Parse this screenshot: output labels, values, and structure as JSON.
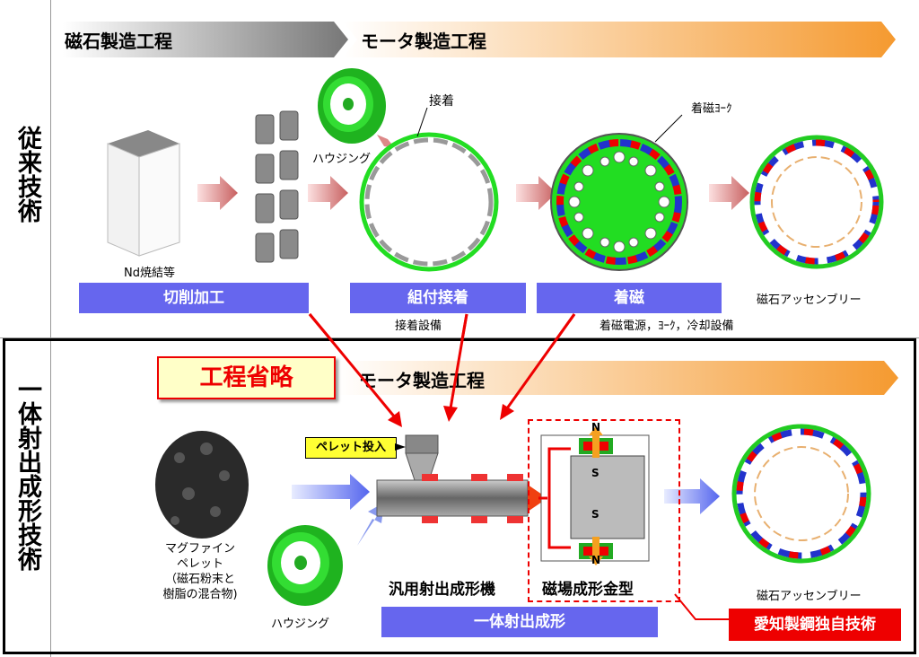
{
  "rows": {
    "conventional": "従来技術",
    "integrated": "一体射出成形技術"
  },
  "top": {
    "stage1": "磁石製造工程",
    "stage2": "モータ製造工程",
    "nd_label": "Nd焼結等",
    "housing": "ハウジング",
    "bonding": "接着",
    "magnetizing_yoke": "着磁ﾖｰｸ",
    "box_cutting": "切削加工",
    "box_assembly": "組付接着",
    "box_magnetize": "着磁",
    "sub_assembly": "接着設備",
    "sub_magnetize": "着磁電源，ﾖｰｸ，冷却設備",
    "magnet_assembly": "磁石アッセンブリー"
  },
  "bottom": {
    "omit": "工程省略",
    "stage2": "モータ製造工程",
    "pellet_in": "ペレット投入",
    "pellet_label_1": "マグファイン",
    "pellet_label_2": "ペレット",
    "pellet_label_3": "（磁石粉末と",
    "pellet_label_4": "樹脂の混合物)",
    "housing": "ハウジング",
    "machine": "汎用射出成形機",
    "mold": "磁場成形金型",
    "box_integrated": "一体射出成形",
    "magnet_assembly": "磁石アッセンブリー",
    "own_tech": "愛知製鋼独自技術",
    "pole_n": "N",
    "pole_s": "S"
  },
  "colors": {
    "box_blue": "#6666ee",
    "red": "#e00000",
    "green": "#22cc22",
    "orange": "#f5a040"
  }
}
